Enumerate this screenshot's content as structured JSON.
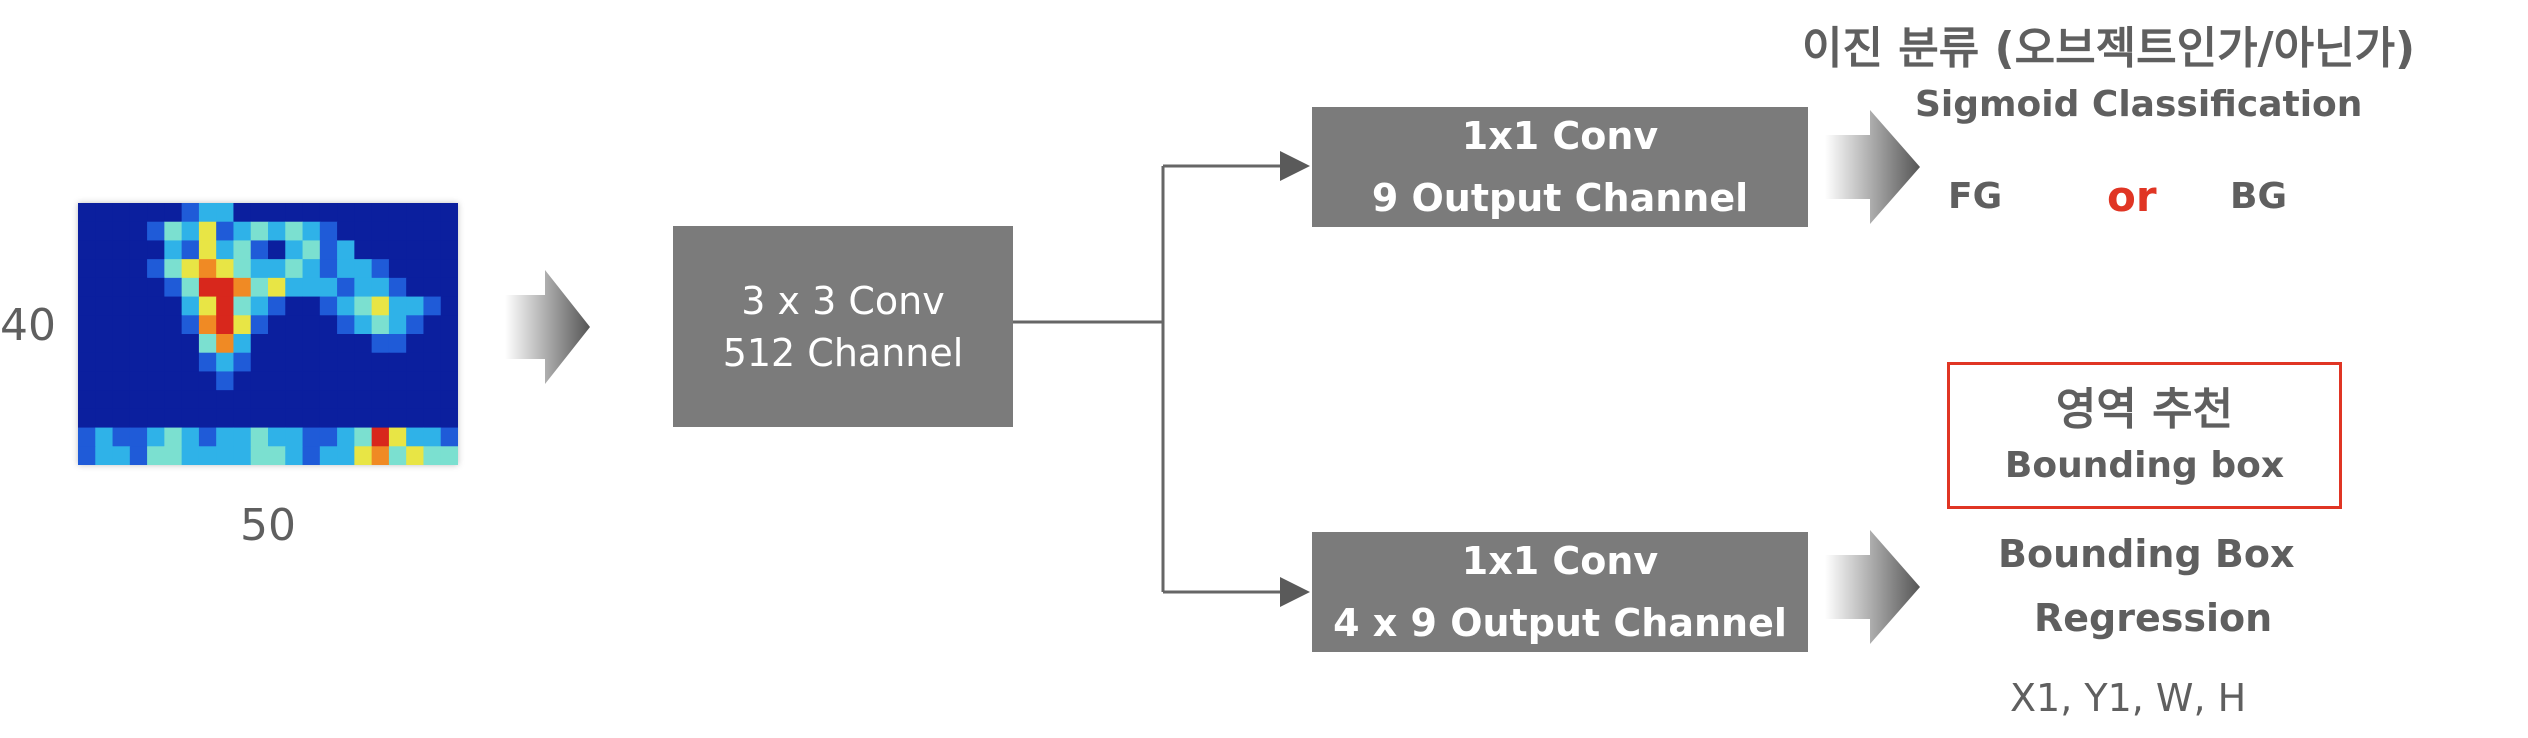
{
  "feature_map": {
    "height_label": "40",
    "width_label": "50",
    "grid": [
      [
        0,
        0,
        0,
        0,
        0,
        0,
        1,
        2,
        2,
        0,
        0,
        0,
        0,
        0,
        0,
        0,
        0,
        0,
        0,
        0,
        0,
        0
      ],
      [
        0,
        0,
        0,
        0,
        1,
        3,
        2,
        4,
        1,
        2,
        3,
        2,
        3,
        2,
        1,
        0,
        0,
        0,
        0,
        0,
        0,
        0
      ],
      [
        0,
        0,
        0,
        0,
        0,
        2,
        1,
        4,
        2,
        3,
        1,
        0,
        2,
        3,
        1,
        2,
        0,
        0,
        0,
        0,
        0,
        0
      ],
      [
        0,
        0,
        0,
        0,
        1,
        3,
        4,
        5,
        4,
        3,
        2,
        2,
        3,
        2,
        1,
        2,
        2,
        1,
        0,
        0,
        0,
        0
      ],
      [
        0,
        0,
        0,
        0,
        0,
        1,
        3,
        6,
        6,
        5,
        3,
        4,
        2,
        2,
        2,
        1,
        2,
        2,
        1,
        0,
        0,
        0
      ],
      [
        0,
        0,
        0,
        0,
        0,
        0,
        2,
        4,
        6,
        3,
        2,
        1,
        0,
        0,
        1,
        2,
        3,
        4,
        2,
        2,
        1,
        0
      ],
      [
        0,
        0,
        0,
        0,
        0,
        0,
        1,
        5,
        6,
        4,
        1,
        0,
        0,
        0,
        0,
        1,
        2,
        3,
        2,
        1,
        0,
        0
      ],
      [
        0,
        0,
        0,
        0,
        0,
        0,
        0,
        3,
        5,
        2,
        0,
        0,
        0,
        0,
        0,
        0,
        0,
        1,
        1,
        0,
        0,
        0
      ],
      [
        0,
        0,
        0,
        0,
        0,
        0,
        0,
        1,
        2,
        1,
        0,
        0,
        0,
        0,
        0,
        0,
        0,
        0,
        0,
        0,
        0,
        0
      ],
      [
        0,
        0,
        0,
        0,
        0,
        0,
        0,
        0,
        1,
        0,
        0,
        0,
        0,
        0,
        0,
        0,
        0,
        0,
        0,
        0,
        0,
        0
      ],
      [
        0,
        0,
        0,
        0,
        0,
        0,
        0,
        0,
        0,
        0,
        0,
        0,
        0,
        0,
        0,
        0,
        0,
        0,
        0,
        0,
        0,
        0
      ],
      [
        0,
        0,
        0,
        0,
        0,
        0,
        0,
        0,
        0,
        0,
        0,
        0,
        0,
        0,
        0,
        0,
        0,
        0,
        0,
        0,
        0,
        0
      ],
      [
        1,
        2,
        1,
        1,
        2,
        3,
        2,
        1,
        2,
        2,
        3,
        2,
        2,
        1,
        1,
        2,
        3,
        6,
        4,
        2,
        2,
        1
      ],
      [
        1,
        2,
        2,
        1,
        3,
        3,
        2,
        2,
        2,
        2,
        3,
        3,
        2,
        1,
        2,
        2,
        4,
        5,
        3,
        4,
        3,
        3
      ]
    ],
    "palette": [
      "#0b1f9e",
      "#1f5bd8",
      "#2fb2e8",
      "#7be0d0",
      "#e8e545",
      "#f08a24",
      "#d8271c"
    ]
  },
  "conv3": {
    "line1": "3 x 3 Conv",
    "line2": "512 Channel"
  },
  "cls_box": {
    "line1": "1x1 Conv",
    "line2": "9 Output Channel"
  },
  "reg_box": {
    "line1": "1x1 Conv",
    "line2": "4 x 9 Output Channel"
  },
  "cls_output": {
    "title_ko": "이진 분류 (오브젝트인가/아닌가)",
    "subtitle": "Sigmoid Classification",
    "fg": "FG",
    "or": "or",
    "bg": "BG"
  },
  "reg_output": {
    "title_ko": "영역 추천",
    "subtitle": "Bounding box",
    "line1": "Bounding Box",
    "line2": "Regression",
    "coords": "X1, Y1, W, H"
  },
  "colors": {
    "box": "#7b7b7b",
    "text": "#5f5f5f",
    "accent": "#e03524"
  }
}
